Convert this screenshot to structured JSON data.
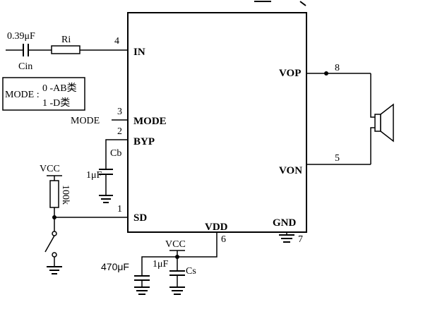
{
  "pins": {
    "in": {
      "label": "IN",
      "number": "4"
    },
    "mode": {
      "label": "MODE",
      "number": "3"
    },
    "byp": {
      "label": "BYP",
      "number": "2"
    },
    "sd": {
      "label": "SD",
      "number": "1"
    },
    "vop": {
      "label": "VOP",
      "number": "8"
    },
    "von": {
      "label": "VON",
      "number": "5"
    },
    "vdd": {
      "label": "VDD",
      "number": "6"
    },
    "gnd": {
      "label": "GND",
      "number": "7"
    }
  },
  "components": {
    "cin_value": "0.39μF",
    "cin_name": "Cin",
    "ri_name": "Ri",
    "cb_name": "Cb",
    "cb_value": "1μF",
    "pullup_value": "100k",
    "vcc_left": "VCC",
    "vcc_bottom": "VCC",
    "cap_470_value": "470μF",
    "cap_1u_value": "1μF",
    "cs_name": "Cs",
    "mode_input": "MODE"
  },
  "mode_box": {
    "prefix": "MODE :",
    "line1": "0 -AB类",
    "line2": "1 -D类"
  },
  "icons": [
    "speaker-icon",
    "ground-icon",
    "switch-icon",
    "resistor-icon",
    "capacitor-icon"
  ]
}
